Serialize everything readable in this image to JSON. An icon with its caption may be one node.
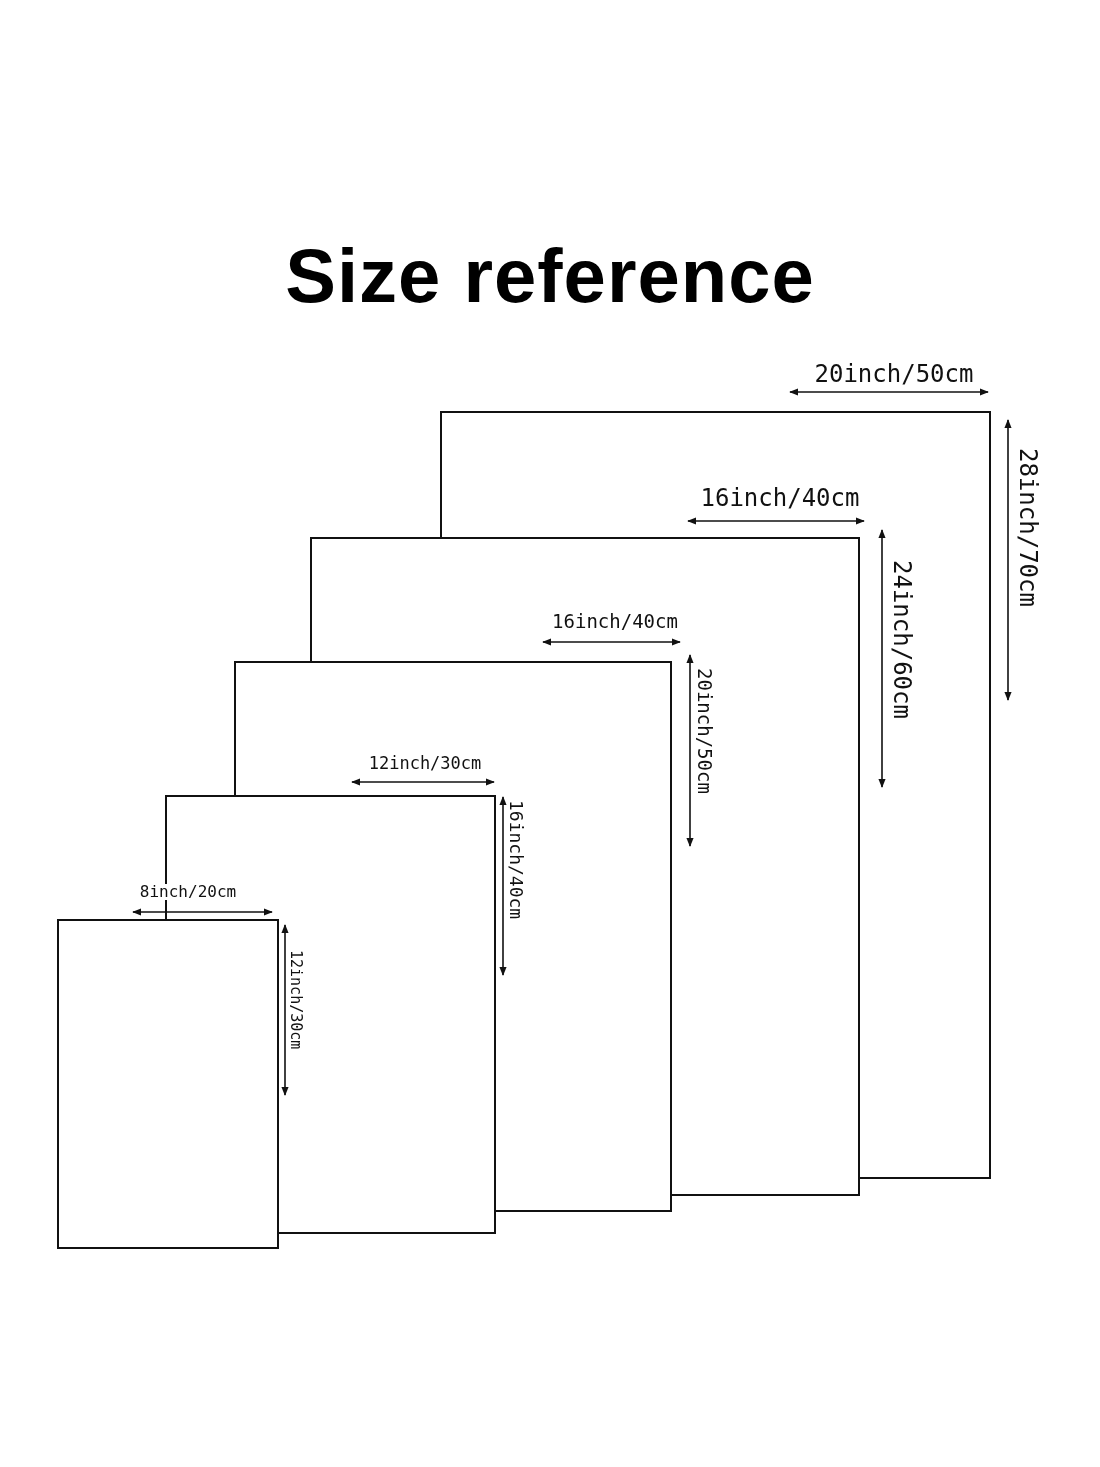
{
  "diagram": {
    "title": "Size reference",
    "labels": [
      "20inch/50cm",
      "28inch/70cm",
      "16inch/40cm",
      "24inch/60cm",
      "16inch/40cm",
      "20inch/50cm",
      "12inch/30cm",
      "16inch/40cm",
      "8inch/20cm",
      "12inch/30cm"
    ]
  }
}
